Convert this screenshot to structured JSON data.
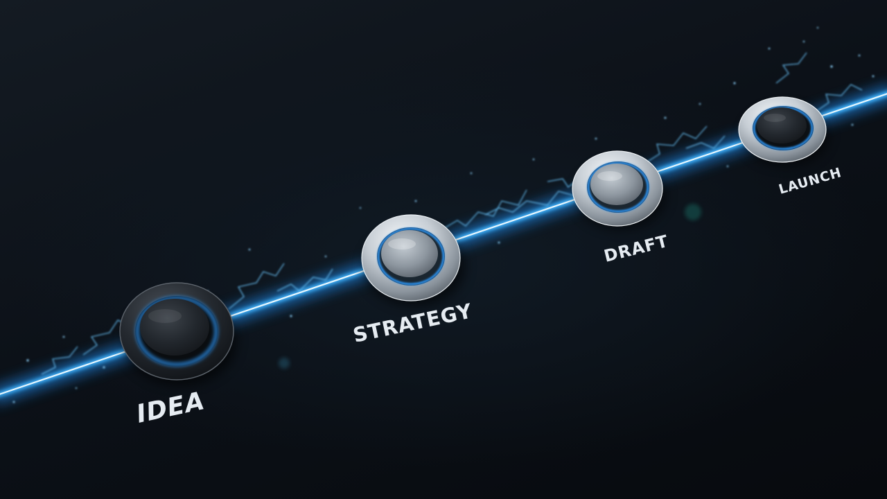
{
  "stages": [
    {
      "label": "IDEA",
      "state": "dark"
    },
    {
      "label": "STRATEGY",
      "state": "lit"
    },
    {
      "label": "DRAFT",
      "state": "lit"
    },
    {
      "label": "LAUNCH",
      "state": "dark"
    }
  ],
  "colors": {
    "background": "#0b1016",
    "beam": "#3fb4ff",
    "beam_core": "#e8f8ff",
    "label": "#e6ecf2",
    "ring_silver": "#cfd6dc",
    "ring_dark": "#2a2f35"
  }
}
